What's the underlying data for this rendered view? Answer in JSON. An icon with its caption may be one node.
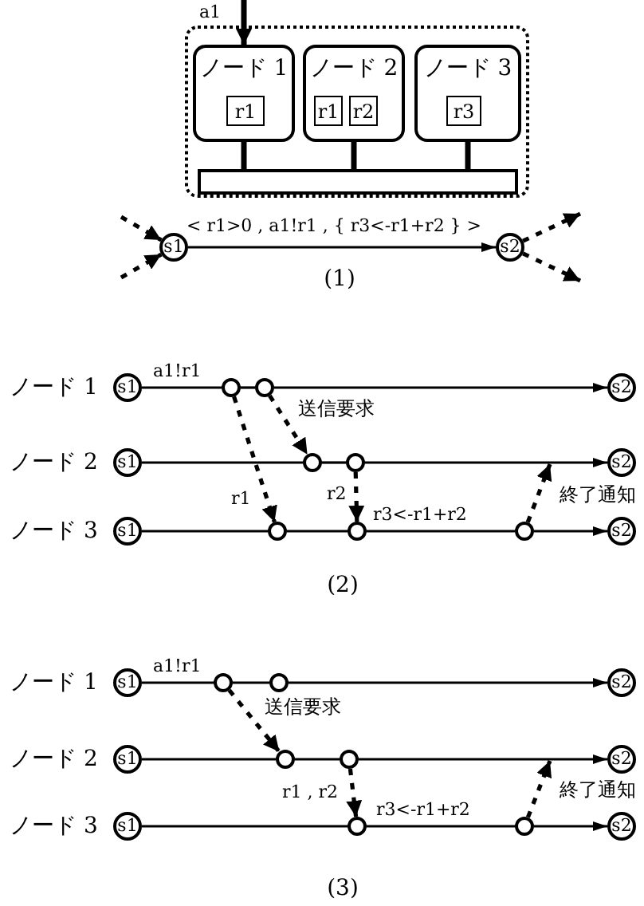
{
  "diagram": {
    "nodes": [
      {
        "text": [],
        "shape": "box"
      },
      {
        "text": [
          "ノード 1"
        ],
        "in": 0
      },
      {
        "text": [
          "r1"
        ],
        "in": 1
      },
      {
        "text": [
          "ノード 2"
        ],
        "in": 0
      },
      {
        "text": [
          "r1"
        ],
        "in": 3
      },
      {
        "text": [
          "r2"
        ],
        "in": 3
      },
      {
        "text": [
          "ノード 3"
        ],
        "in": 0
      },
      {
        "text": [
          "r3"
        ],
        "in": 6
      },
      {
        "text": [],
        "shape": "bar",
        "in": 0
      },
      {
        "text": [
          "s1"
        ]
      },
      {
        "text": [
          "s2"
        ]
      },
      {
        "text": [
          "s1"
        ]
      },
      {
        "text": [],
        "shape": "circle"
      },
      {
        "text": [],
        "shape": "circle"
      },
      {
        "text": [
          "s2"
        ]
      },
      {
        "text": [
          "s1"
        ]
      },
      {
        "text": [],
        "shape": "circle"
      },
      {
        "text": [],
        "shape": "circle"
      },
      {
        "text": [
          "s2"
        ]
      },
      {
        "text": [
          "s1"
        ]
      },
      {
        "text": [],
        "shape": "circle"
      },
      {
        "text": [],
        "shape": "circle"
      },
      {
        "text": [],
        "shape": "circle"
      },
      {
        "text": [
          "s2"
        ]
      },
      {
        "text": [
          "s1"
        ]
      },
      {
        "text": [],
        "shape": "circle"
      },
      {
        "text": [],
        "shape": "circle"
      },
      {
        "text": [
          "s2"
        ]
      },
      {
        "text": [
          "s1"
        ]
      },
      {
        "text": [],
        "shape": "circle"
      },
      {
        "text": [],
        "shape": "circle"
      },
      {
        "text": [
          "s2"
        ]
      },
      {
        "text": [
          "s1"
        ]
      },
      {
        "text": [],
        "shape": "circle"
      },
      {
        "text": [],
        "shape": "circle"
      },
      {
        "text": [
          "s2"
        ]
      }
    ],
    "edges": [
      {
        "from": null,
        "to": 1,
        "arrow": "to",
        "label": "a1",
        "style": "thick"
      },
      {
        "from": 1,
        "to": 8,
        "arrow": "none",
        "style": "thick"
      },
      {
        "from": 3,
        "to": 8,
        "arrow": "none",
        "style": "thick"
      },
      {
        "from": 6,
        "to": 8,
        "arrow": "none",
        "style": "thick"
      },
      {
        "from": null,
        "to": 9,
        "arrow": "to",
        "style": "dashed"
      },
      {
        "from": null,
        "to": 9,
        "arrow": "to",
        "style": "dashed"
      },
      {
        "from": 9,
        "to": 10,
        "arrow": "to",
        "label": "< r1>0 , a1!r1 , { r3<-r1+r2 } >"
      },
      {
        "from": 10,
        "to": null,
        "arrow": "to",
        "style": "dashed"
      },
      {
        "from": 10,
        "to": null,
        "arrow": "to",
        "style": "dashed"
      },
      {
        "from": 11,
        "to": 12,
        "arrow": "none",
        "label": "a1!r1"
      },
      {
        "from": 12,
        "to": 13,
        "arrow": "none"
      },
      {
        "from": 13,
        "to": 14,
        "arrow": "to"
      },
      {
        "from": 15,
        "to": 16,
        "arrow": "none"
      },
      {
        "from": 16,
        "to": 17,
        "arrow": "none"
      },
      {
        "from": 17,
        "to": 18,
        "arrow": "to"
      },
      {
        "from": 19,
        "to": 20,
        "arrow": "none"
      },
      {
        "from": 20,
        "to": 21,
        "arrow": "none"
      },
      {
        "from": 21,
        "to": 22,
        "arrow": "none",
        "label": "r3<-r1+r2"
      },
      {
        "from": 22,
        "to": 23,
        "arrow": "to"
      },
      {
        "from": 12,
        "to": 20,
        "arrow": "to",
        "label": "r1",
        "style": "dashed"
      },
      {
        "from": 13,
        "to": 16,
        "arrow": "to",
        "label": "送信要求",
        "style": "dashed"
      },
      {
        "from": 17,
        "to": 21,
        "arrow": "to",
        "label": "r2",
        "style": "dashed"
      },
      {
        "from": 22,
        "to": null,
        "arrow": "to",
        "label": "終了通知",
        "style": "dashed"
      },
      {
        "from": 24,
        "to": 25,
        "arrow": "none",
        "label": "a1!r1"
      },
      {
        "from": 25,
        "to": 26,
        "arrow": "none"
      },
      {
        "from": 26,
        "to": 27,
        "arrow": "to"
      },
      {
        "from": 28,
        "to": 29,
        "arrow": "none"
      },
      {
        "from": 29,
        "to": 30,
        "arrow": "none"
      },
      {
        "from": 30,
        "to": 31,
        "arrow": "to"
      },
      {
        "from": 32,
        "to": 33,
        "arrow": "none"
      },
      {
        "from": 33,
        "to": 34,
        "arrow": "none",
        "label": "r3<-r1+r2"
      },
      {
        "from": 34,
        "to": 35,
        "arrow": "to"
      },
      {
        "from": 25,
        "to": 29,
        "arrow": "to",
        "label": "送信要求",
        "style": "dashed"
      },
      {
        "from": 30,
        "to": 33,
        "arrow": "to",
        "label": "r1 , r2",
        "style": "dashed"
      },
      {
        "from": 34,
        "to": null,
        "arrow": "to",
        "label": "終了通知",
        "style": "dashed"
      }
    ],
    "labels": [
      "(1)",
      "ノード 1",
      "ノード 2",
      "ノード 3",
      "(2)",
      "ノード 1",
      "ノード 2",
      "ノード 3",
      "(3)"
    ]
  }
}
